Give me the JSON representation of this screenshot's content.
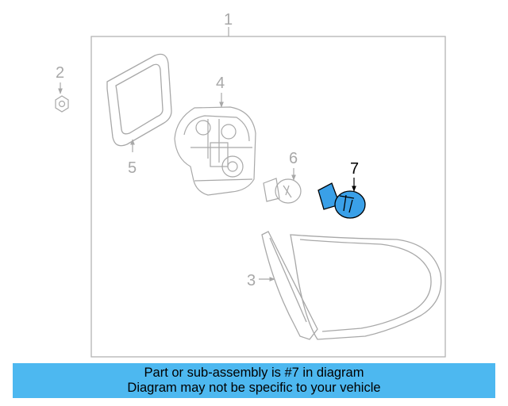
{
  "callouts": {
    "c1": "1",
    "c2": "2",
    "c3": "3",
    "c4": "4",
    "c5": "5",
    "c6": "6",
    "c7": "7"
  },
  "highlight_color": "#3aa0e8",
  "caption_bg": "#4db8f0",
  "caption": {
    "line1": "Part or sub-assembly is #7 in diagram",
    "line2": "Diagram may not be specific to your vehicle"
  }
}
